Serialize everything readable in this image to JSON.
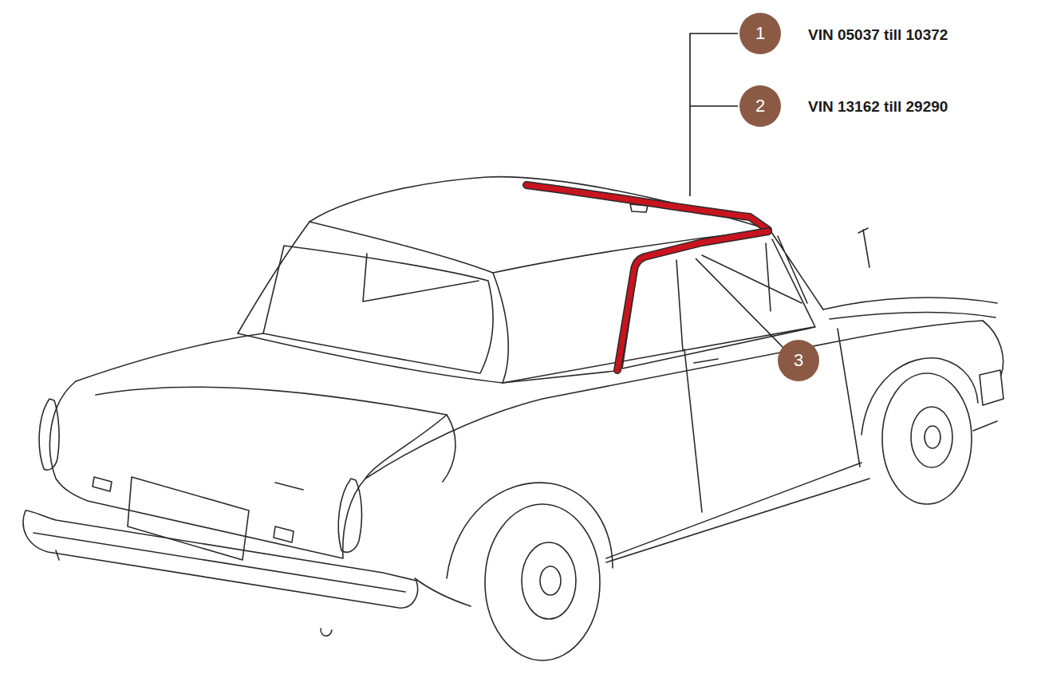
{
  "diagram": {
    "nodes": [
      {
        "text": [
          "1"
        ]
      },
      {
        "text": [
          "2"
        ]
      },
      {
        "text": [
          "3"
        ]
      }
    ],
    "labels": [
      "VIN 05037 till 10372",
      "VIN 13162 till 29290"
    ]
  }
}
